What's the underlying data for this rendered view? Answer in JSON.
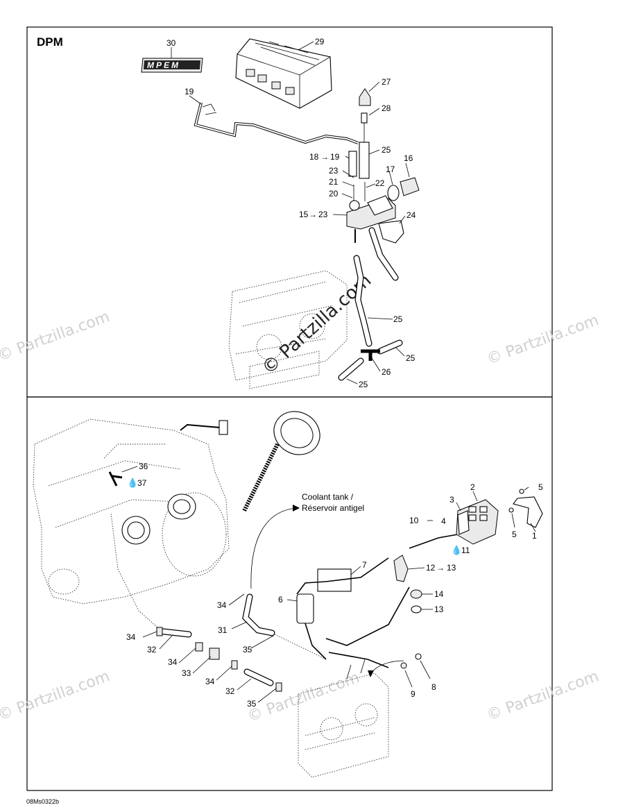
{
  "panels": {
    "top_title": "DPM"
  },
  "callouts": {
    "n1": "1",
    "n2": "2",
    "n3": "3",
    "n4": "4",
    "n5a": "5",
    "n5b": "5",
    "n6": "6",
    "n7": "7",
    "n8": "8",
    "n9": "9",
    "n10": "10",
    "n11": "11",
    "n12": "12",
    "n13": "13",
    "n13b": "13",
    "n14": "14",
    "n15": "15",
    "n15_23": "23",
    "n16": "16",
    "n17": "17",
    "n18": "18",
    "n18_19": "19",
    "n19": "19",
    "n20": "20",
    "n21": "21",
    "n22": "22",
    "n23": "23",
    "n24": "24",
    "n25a": "25",
    "n25b": "25",
    "n25c": "25",
    "n25d": "25",
    "n26": "26",
    "n27": "27",
    "n28": "28",
    "n29": "29",
    "n30": "30",
    "n31": "31",
    "n32a": "32",
    "n32b": "32",
    "n33": "33",
    "n34a": "34",
    "n34b": "34",
    "n34c": "34",
    "n34d": "34",
    "n35a": "35",
    "n35b": "35",
    "n36": "36",
    "n37": "37"
  },
  "coolant_note": {
    "line1": "Coolant tank /",
    "line2": "Réservoir antigel"
  },
  "decal_text": "MPEM",
  "watermark": "© Partzilla.com",
  "footer_code": "08Ms0322b"
}
